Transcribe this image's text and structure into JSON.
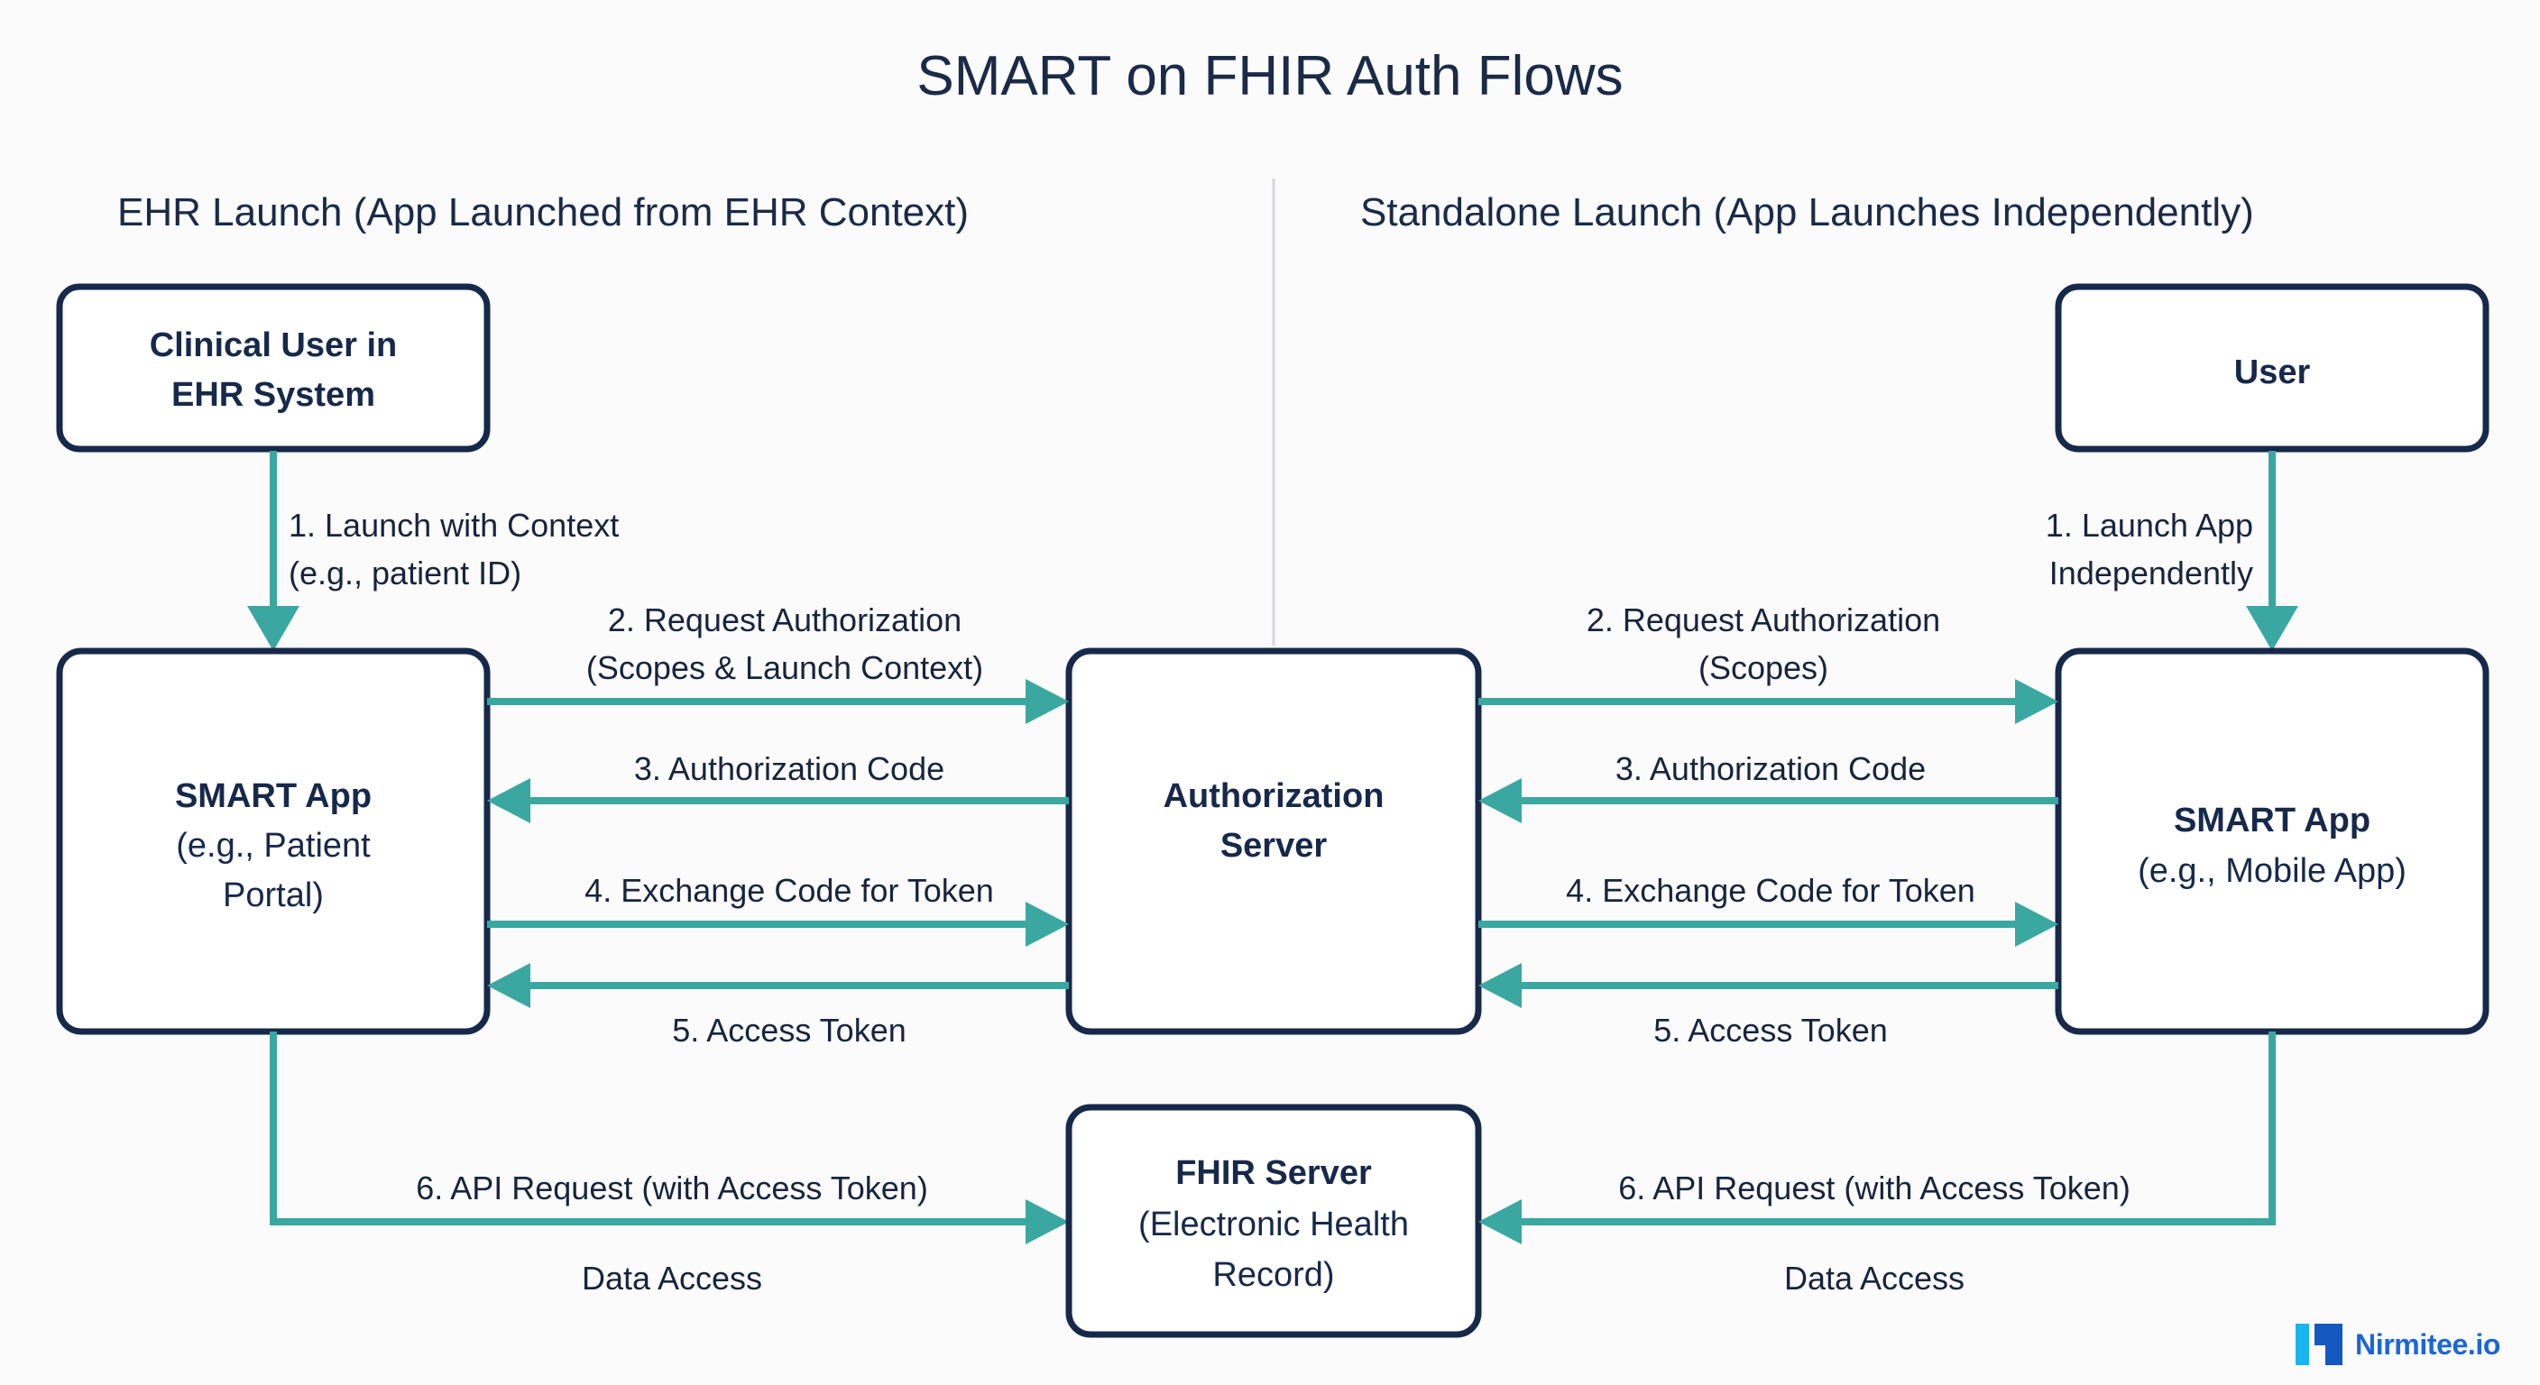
{
  "title": "SMART on FHIR Auth Flows",
  "colors": {
    "ink": "#17294a",
    "flow": "#3aa8a0",
    "divider": "#d4d7dc",
    "logo_blue": "#1a66d6",
    "logo_cyan": "#19b5f0",
    "background": "#fbfbfc"
  },
  "sections": {
    "left_heading": "EHR Launch (App Launched from EHR Context)",
    "right_heading": "Standalone Launch (App Launches Independently)"
  },
  "nodes": {
    "clinical_user": {
      "line1": "Clinical User in",
      "line2": "EHR System"
    },
    "smart_app_left": {
      "line1": "SMART App",
      "line2": "(e.g., Patient",
      "line3": "Portal)"
    },
    "auth_server": {
      "line1": "Authorization",
      "line2": "Server"
    },
    "fhir_server": {
      "line1": "FHIR Server",
      "line2": "(Electronic Health",
      "line3": "Record)"
    },
    "user": {
      "line1": "User"
    },
    "smart_app_right": {
      "line1": "SMART App",
      "line2": "(e.g., Mobile App)"
    }
  },
  "left_flow": {
    "step1_line1": "1. Launch with Context",
    "step1_line2": "(e.g., patient ID)",
    "step2_line1": "2. Request Authorization",
    "step2_line2": "(Scopes & Launch Context)",
    "step3": "3. Authorization Code",
    "step4": "4. Exchange Code for Token",
    "step5": "5. Access Token",
    "step6": "6. API Request (with Access Token)",
    "step6_sub": "Data Access"
  },
  "right_flow": {
    "step1_line1": "1. Launch App",
    "step1_line2": "Independently",
    "step2_line1": "2. Request Authorization",
    "step2_line2": "(Scopes)",
    "step3": "3. Authorization Code",
    "step4": "4. Exchange Code for Token",
    "step5": "5. Access Token",
    "step6": "6. API Request (with Access Token)",
    "step6_sub": "Data Access"
  },
  "branding": {
    "name": "Nirmitee.io"
  }
}
